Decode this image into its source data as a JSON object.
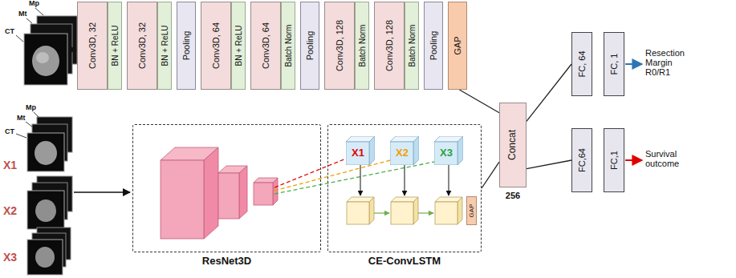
{
  "diagram": {
    "nodes": [
      {
        "text": [
          "Conv3D, 32"
        ]
      },
      {
        "text": [
          "BN + ReLU"
        ]
      },
      {
        "text": [
          "Conv3D, 32"
        ]
      },
      {
        "text": [
          "BN + ReLU"
        ]
      },
      {
        "text": [
          "Pooling"
        ]
      },
      {
        "text": [
          "Conv3D, 64"
        ]
      },
      {
        "text": [
          "BN + ReLU"
        ]
      },
      {
        "text": [
          "Conv3D, 64"
        ]
      },
      {
        "text": [
          "Batch Norm"
        ]
      },
      {
        "text": [
          "Pooling"
        ]
      },
      {
        "text": [
          "Conv3D, 128"
        ]
      },
      {
        "text": [
          "Batch Norm"
        ]
      },
      {
        "text": [
          "Conv3D, 128"
        ]
      },
      {
        "text": [
          "Batch Norm"
        ]
      },
      {
        "text": [
          "Pooling"
        ]
      },
      {
        "text": [
          "GAP"
        ]
      },
      {
        "text": [
          "ResNet3D"
        ]
      },
      {
        "text": [
          "CE-ConvLSTM"
        ]
      },
      {
        "text": [
          "X1"
        ],
        "in": 17
      },
      {
        "text": [
          "X2"
        ],
        "in": 17
      },
      {
        "text": [
          "X3"
        ],
        "in": 17
      },
      {
        "text": [
          "GAP"
        ],
        "in": 17
      },
      {
        "text": [
          "Concat",
          "256"
        ]
      },
      {
        "text": [
          "FC, 64"
        ]
      },
      {
        "text": [
          "FC, 1"
        ]
      },
      {
        "text": [
          "FC,64"
        ]
      },
      {
        "text": [
          "FC,1"
        ]
      }
    ],
    "edges": [
      {
        "from": 15,
        "to": 22,
        "arrow": "none"
      },
      {
        "from": 17,
        "to": 22,
        "arrow": "none"
      },
      {
        "from": 22,
        "to": 23,
        "arrow": "none"
      },
      {
        "from": 22,
        "to": 25,
        "arrow": "none"
      }
    ],
    "labels": [
      "Mp",
      "Mt",
      "CT",
      "Mp",
      "Mt",
      "CT",
      "X1",
      "X2",
      "X3",
      "Resection Margin R0/R1",
      "Survival outcome"
    ]
  }
}
